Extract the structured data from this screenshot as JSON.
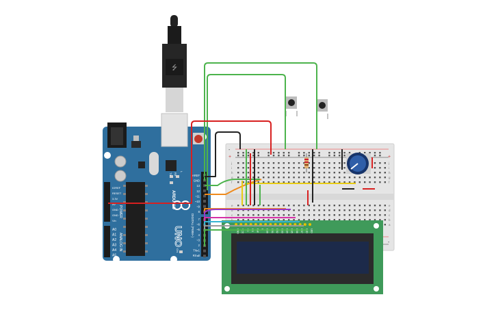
{
  "arduino": {
    "brand_rot": "UNO",
    "model": "ARDUINO",
    "digital_label": "DIGITAL (PWM~)",
    "power_label": "POWER",
    "analog_label": "ANALOG IN",
    "tx_label": "TX",
    "rx_label": "RX",
    "l_label": "L",
    "on_label": "ON",
    "power_pins": [
      "IOREF",
      "RESET",
      "3.3V",
      "5V",
      "GND",
      "GND",
      "Vin"
    ],
    "analog_pins": [
      "A0",
      "A1",
      "A2",
      "A3",
      "A4",
      "A5"
    ],
    "digital_pins_top": [
      "AREF",
      "GND",
      "13",
      "12",
      "~11",
      "~10",
      "~9",
      "8"
    ],
    "digital_pins_bottom": [
      "7",
      "~6",
      "~5",
      "4",
      "~3",
      "2",
      "TX▸1",
      "RX◂0"
    ]
  },
  "breadboard": {
    "plus": "+",
    "minus": "-",
    "row_letters_top": [
      "j",
      "i",
      "h",
      "g",
      "f"
    ],
    "row_letters_bottom": [
      "e",
      "d",
      "c",
      "b",
      "a"
    ]
  },
  "lcd": {
    "pin_labels": [
      "GND",
      "VCC",
      "V0",
      "RS",
      "RW",
      "E",
      "DB0",
      "DB1",
      "DB2",
      "DB3",
      "DB4",
      "DB5",
      "DB6",
      "DB7",
      "LED",
      "LED"
    ]
  },
  "colors": {
    "board": "#2f6f9e",
    "board_dark": "#1f4f73",
    "breadboard": "#e5e5e5",
    "lcd_pcb": "#3f9a5a",
    "lcd_screen": "#1c2a4a",
    "wire_red": "#d82020",
    "wire_green": "#4cb34c",
    "wire_black": "#222222",
    "wire_orange": "#ee8a1c",
    "wire_yellow": "#e8cc12",
    "wire_purple": "#9b36c9",
    "wire_magenta": "#d632a7",
    "wire_cyan": "#36b5d2",
    "wire_gray": "#9a9a9a"
  }
}
